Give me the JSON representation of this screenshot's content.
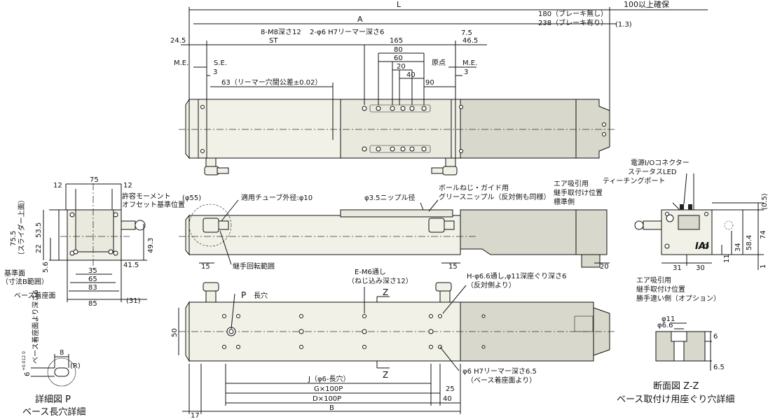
{
  "top_view": {
    "dim_L": "L",
    "dim_A": "A",
    "dim_100": "100以上確保",
    "dim_180": "180（ブレーキ無し）",
    "dim_238": "238（ブレーキ有り）",
    "dim_1_3": "(1.3)",
    "dim_24_5": "24.5",
    "dim_8m8": "8-M8深さ12",
    "dim_st": "ST",
    "dim_2phi6": "2-φ6 H7リーマー深さ6",
    "dim_165": "165",
    "dim_80": "80",
    "dim_60": "60",
    "dim_20": "20",
    "dim_40": "40",
    "dim_7_5": "7.5",
    "dim_46_5": "46.5",
    "dim_genten": "原点",
    "dim_me_left": "M.E.",
    "dim_se": "S.E.",
    "dim_3_left": "3",
    "dim_me_right": "M.E.",
    "dim_3_right": "3",
    "dim_90": "90",
    "dim_63": "63（リーマー穴間公差±0.02）"
  },
  "end_view": {
    "dim_75": "75",
    "dim_12_left": "12",
    "dim_12_right": "12",
    "dim_75_5": "75.5",
    "dim_slider": "（スライダー上面）",
    "dim_53_5": "53.5",
    "dim_49_3": "49.3",
    "dim_22": "22",
    "dim_5_6": "5.6",
    "dim_35": "35",
    "dim_65": "65",
    "dim_83": "83",
    "dim_85": "85",
    "dim_41_5": "41.5",
    "dim_31": "(31)",
    "label_moment": "許容モーメント",
    "label_offset": "オフセット基準位置",
    "label_kijun": "基準面",
    "label_sunpo": "（寸法B範囲）",
    "label_base": "ベース着座面"
  },
  "side_view": {
    "dim_phi55": "(φ55)",
    "label_tube": "適用チューブ外径:φ10",
    "label_nipple": "φ3.5ニップル径",
    "label_ball1": "ボールねじ・ガイド用",
    "label_ball2": "グリースニップル（反対側も同様）",
    "dim_15_left": "15",
    "label_kaiten": "継手回転範囲",
    "dim_15_right": "15",
    "dim_20": "20"
  },
  "right_view": {
    "label_power": "電源I/Oコネクター",
    "label_status": "ステータスLED",
    "label_teach": "ティーチングポート",
    "label_air1": "エア吸引用",
    "label_air2": "継手取付け位置",
    "label_air3": "標準側",
    "dim_0_5": "(0.5)",
    "dim_74": "74",
    "dim_58_4": "58.4",
    "dim_34": "34",
    "dim_11": "11",
    "dim_1": "1",
    "dim_31": "31",
    "dim_30": "30",
    "brand": "IAI",
    "label_opt1": "エア吸引用",
    "label_opt2": "継手取付け位置",
    "label_opt3": "勝手違い側（オプション）"
  },
  "bottom_view": {
    "label_em6_1": "E-M6通し",
    "label_em6_2": "（ねじ込み深さ12）",
    "label_h_1": "H-φ6.6通し,φ11深座ぐり深さ6",
    "label_h_2": "（反対側より）",
    "label_p": "P",
    "label_nagaana": "長穴",
    "label_z_top": "Z",
    "label_z_bottom": "Z",
    "dim_50": "50",
    "label_reamer1": "φ6 H7リーマー深さ6.5",
    "label_reamer2": "（ベース着座面より）",
    "dim_j": "J（φ6-長穴）",
    "dim_g": "G×100P",
    "dim_d": "D×100P",
    "dim_b": "B",
    "dim_25": "25",
    "dim_40": "40",
    "dim_17": "17"
  },
  "detail_p": {
    "dim_8": "8",
    "dim_r": "(R)",
    "dim_6_tol": "6",
    "dim_tol": "+0.012 0",
    "label_depth": "ベース着座面より深さ6",
    "caption1": "詳細図 P",
    "caption2": "ベース長穴詳細"
  },
  "section_zz": {
    "dim_phi11": "φ11",
    "dim_phi6_6": "φ6.6",
    "dim_6": "6",
    "dim_6_5": "6.5",
    "caption1": "断面図 Z-Z",
    "caption2": "ベース取付け用座ぐり穴詳細"
  }
}
